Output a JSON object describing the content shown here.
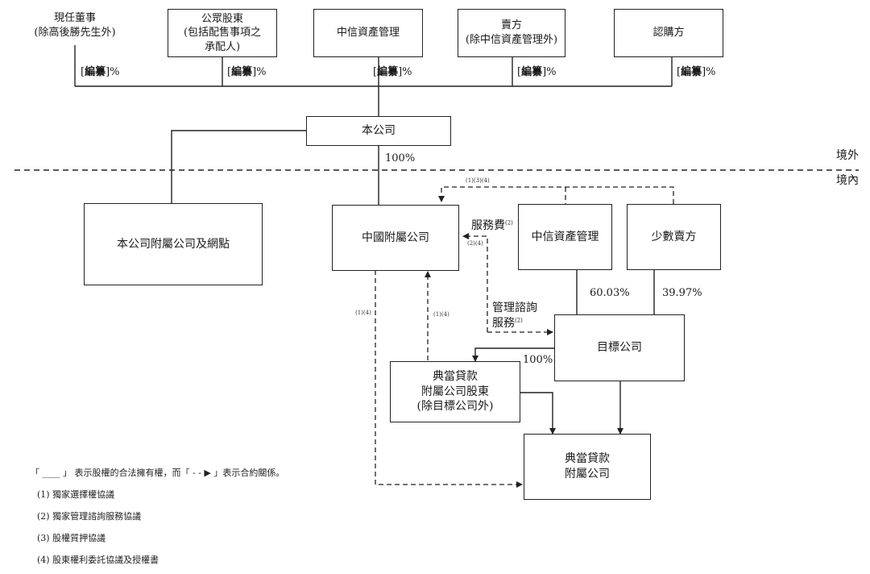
{
  "top_entities": [
    {
      "line1": "現任董事",
      "line2": "(除高後勝先生外)"
    },
    {
      "line1": "公眾股東",
      "line2": "(包括配售事項之",
      "line3": "承配人)"
    },
    {
      "line1": "中信資產管理"
    },
    {
      "line1": "賣方",
      "line2": "(除中信資產管理外)"
    },
    {
      "line1": "認購方"
    }
  ],
  "pct_placeholder": {
    "open": "[",
    "redacted": "編纂",
    "close": "]%"
  },
  "company": "本公司",
  "company_subsidiaries": "本公司附屬公司及網點",
  "china_subsidiary": "中國附屬公司",
  "citic_box": "中信資產管理",
  "minority_sellers": "少數賣方",
  "target_company": "目標公司",
  "pawn_shareholders": {
    "line1": "典當貸款",
    "line2": "附屬公司股東",
    "line3": "(除目標公司外)"
  },
  "pawn_subsidiary": {
    "line1": "典當貸款",
    "line2": "附屬公司"
  },
  "pct_100_top": "100%",
  "pct_60": "60.03%",
  "pct_39": "39.97%",
  "pct_100_target": "100%",
  "offshore": "境外",
  "onshore": "境內",
  "service_fee": "服務費",
  "service_fee_note": "(2)",
  "mgmt_consult_line1": "管理諮詢",
  "mgmt_consult_line2": "服務",
  "mgmt_consult_note": "(2)",
  "contract_notes": {
    "top": "(1)(3)(4)",
    "right": "(2)(4)",
    "left_down": "(1)(4)",
    "up": "(1)(4)"
  },
  "legend": {
    "explain": "「 ____ 」 表示股權的合法擁有權，而「 - - ▶ 」表示合約關係。",
    "items": [
      "(1)   獨家選擇權協議",
      "(2)   獨家管理諮詢服務協議",
      "(3)   股權質押協議",
      "(4)   股東權利委託協議及授權書"
    ]
  },
  "colors": {
    "line": "#222222",
    "background": "#ffffff"
  }
}
